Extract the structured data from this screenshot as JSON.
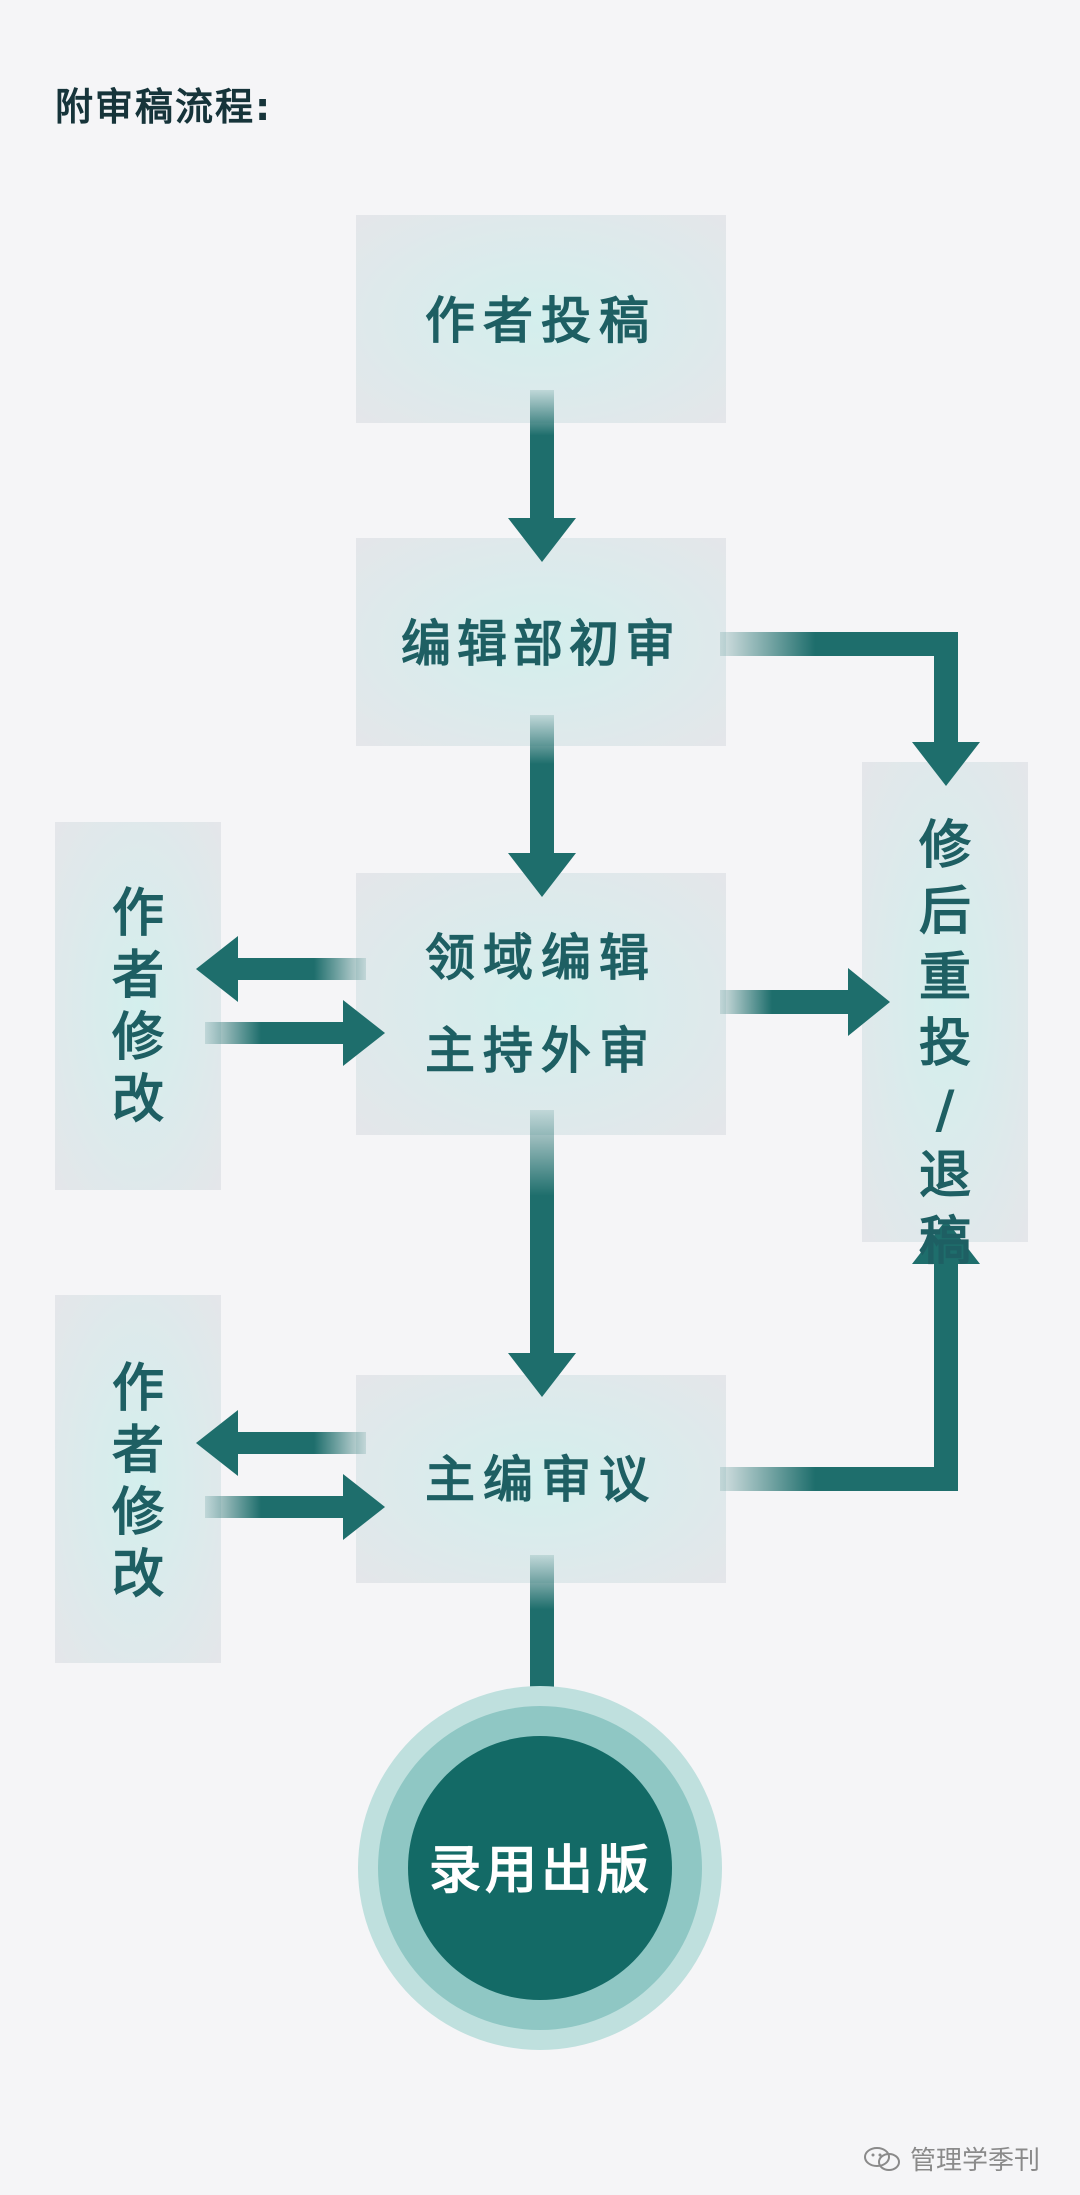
{
  "heading": "附审稿流程:",
  "colors": {
    "box_fill": "#d5efee",
    "box_edge": "#e6e6ea",
    "arrow": "#1e6e6c",
    "text": "#1e5f63",
    "circle_inner": "#136a66",
    "circle_outer": "#8fc7c4"
  },
  "nodes": {
    "submit": "作者投稿",
    "initial_review": "编辑部初审",
    "external_review_line1": "领域编辑",
    "external_review_line2": "主持外审",
    "chief_review": "主编审议",
    "revise_1": "作者修改",
    "revise_2": "作者修改",
    "resubmit": "修后重投/退稿",
    "publish": "录用出版"
  },
  "watermark": {
    "icon": "wechat-icon",
    "text": "管理学季刊"
  }
}
